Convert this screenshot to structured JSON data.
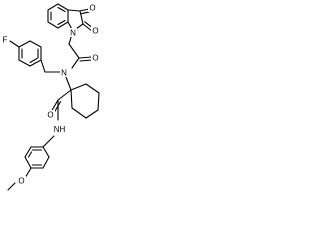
{
  "structure": {
    "atom_labels": {
      "fluorine": "F",
      "isatin_nitrogen": "N",
      "isatin_oxygen_3": "O",
      "isatin_oxygen_2": "O",
      "amide_oxygen_1": "O",
      "tertiary_amide_nitrogen": "N",
      "carboxamide_oxygen": "O",
      "carboxamide_nitrogen": "NH",
      "methoxy_oxygen": "O"
    }
  }
}
